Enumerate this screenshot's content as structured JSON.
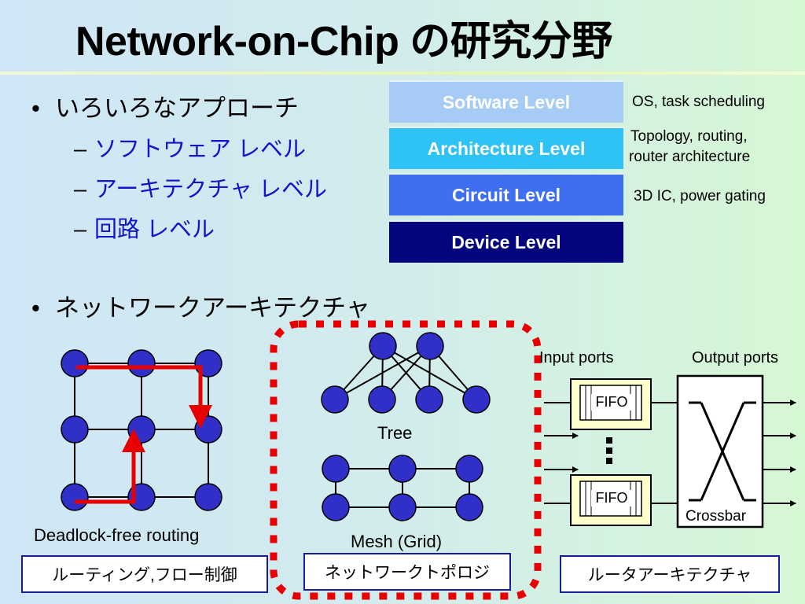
{
  "slide": {
    "title": "Network-on-Chip の研究分野",
    "bullets": [
      {
        "text": "いろいろなアプローチ"
      },
      {
        "text": "ネットワークアーキテクチャ"
      }
    ],
    "subbullets": [
      "ソフトウェア レベル",
      "アーキテクチャ レベル",
      "回路 レベル"
    ],
    "levels": [
      {
        "label": "Software Level",
        "color": "#a6ccf6"
      },
      {
        "label": "Architecture Level",
        "color": "#2ec2f5"
      },
      {
        "label": "Circuit Level",
        "color": "#3d6ff0"
      },
      {
        "label": "Device Level",
        "color": "#05057e"
      }
    ],
    "level_notes": [
      "OS, task scheduling",
      "Topology, routing,",
      "router architecture",
      "3D IC, power gating"
    ],
    "deadlock_caption": "Deadlock-free routing",
    "tree_caption": "Tree",
    "mesh_caption": "Mesh (Grid)",
    "input_ports_label": "Input ports",
    "output_ports_label": "Output ports",
    "fifo_label": "FIFO",
    "crossbar_label": "Crossbar",
    "box_routing": "ルーティング,フロー制御",
    "box_topology": "ネットワークトポロジ",
    "box_router": "ルータアーキテクチャ",
    "node_color": "#3030c8",
    "route_color": "#e80000"
  }
}
